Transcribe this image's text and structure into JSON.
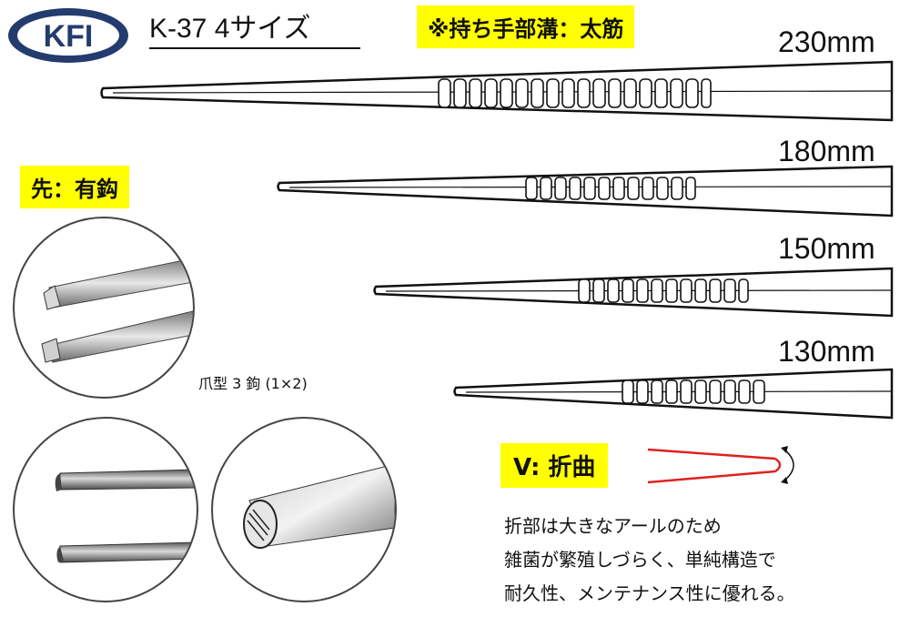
{
  "logo": {
    "text": "KFI",
    "color": "#243b6e"
  },
  "model": {
    "title": "K-37  4サイズ"
  },
  "handle_note": "※持ち手部溝：太筋",
  "tip_note": "先：有鈎",
  "tip_caption": "爪型 3 鉤 (1×2)",
  "bend_note": "V: 折曲",
  "sizes": [
    {
      "label": "230mm"
    },
    {
      "label": "180mm"
    },
    {
      "label": "150mm"
    },
    {
      "label": "130mm"
    }
  ],
  "description": [
    "折部は大きなアールのため",
    "雑菌が繁殖しづらく、単純構造で",
    "耐久性、メンテナンス性に優れる。"
  ],
  "colors": {
    "highlight": "#ffff00",
    "bend_line": "#e02020"
  }
}
